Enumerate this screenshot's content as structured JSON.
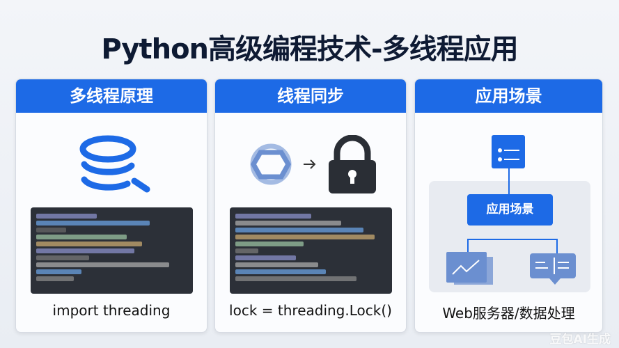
{
  "title": "Python高级编程技术-多线程应用",
  "cards": [
    {
      "header": "多线程原理",
      "caption": "import threading",
      "icon": "database-search-icon"
    },
    {
      "header": "线程同步",
      "caption": "lock = threading.Lock()",
      "icon": "lock-icon"
    },
    {
      "header": "应用场景",
      "caption": "Web服务器/数据处理",
      "center_label": "应用场景"
    }
  ],
  "watermark": "豆包AI生成",
  "colors": {
    "accent": "#1d6ae6",
    "code_bg": "#2c3038",
    "icon_muted": "#6b8fd0"
  }
}
